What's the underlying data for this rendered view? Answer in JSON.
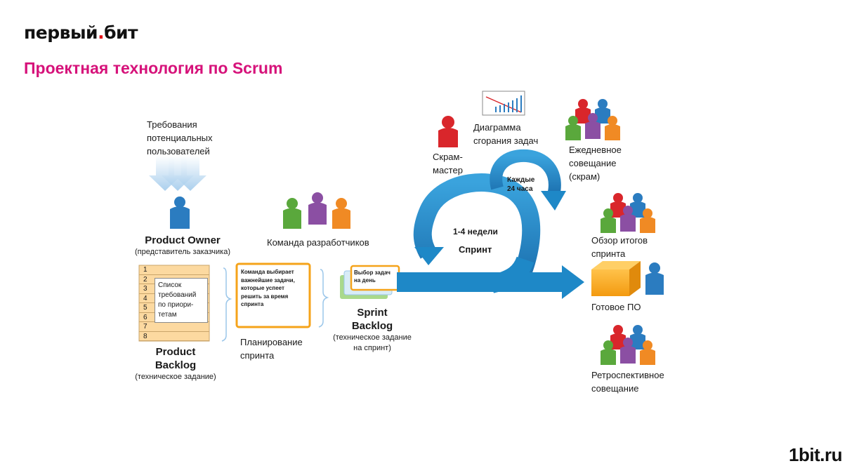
{
  "header": {
    "logo_text_a": "первый",
    "logo_text_b": "бит",
    "title": "Проектная технология по Scrum",
    "footer_url": "1bit.ru"
  },
  "diagram": {
    "requirements_line1": "Требования",
    "requirements_line2": "потенциальных",
    "requirements_line3": "пользователей",
    "product_owner": "Product Owner",
    "product_owner_sub": "(представитель заказчика)",
    "backlog_rows": [
      "1",
      "2",
      "3",
      "4",
      "5",
      "6",
      "7",
      "8"
    ],
    "req_card_line1": "Список",
    "req_card_line2": "требований",
    "req_card_line3": "по приори-",
    "req_card_line4": "тетам",
    "product_backlog_line1": "Product",
    "product_backlog_line2": "Backlog",
    "product_backlog_sub": "(техническое задание)",
    "dev_team": "Команда разработчиков",
    "plan_card_line1": "Команда выбирает",
    "plan_card_line2": "важнейшие задачи,",
    "plan_card_line3": "которые успеет",
    "plan_card_line4": "решить за время",
    "plan_card_line5": "спринта",
    "planning_line1": "Планирование",
    "planning_line2": "спринта",
    "sprint_card_line1": "Выбор задач",
    "sprint_card_line2": "на день",
    "sprint_backlog_line1": "Sprint",
    "sprint_backlog_line2": "Backlog",
    "sprint_backlog_sub1": "(техническое задание",
    "sprint_backlog_sub2": "на спринт)",
    "scrum_master_line1": "Скрам-",
    "scrum_master_line2": "мастер",
    "burndown_line1": "Диаграмма",
    "burndown_line2": "сгорания задач",
    "daily_line1": "Ежедневное",
    "daily_line2": "совещание",
    "daily_line3": "(скрам)",
    "every_line1": "Каждые",
    "every_line2": "24 часа",
    "weeks": "1-4 недели",
    "sprint": "Спринт",
    "review_line1": "Обзор итогов",
    "review_line2": "спринта",
    "product": "Готовое ПО",
    "retro_line1": "Ретроспективное",
    "retro_line2": "совещание"
  },
  "colors": {
    "title": "#d6127a",
    "arrow_blue": "#1e88c7",
    "person_blue": "#2b7cc0",
    "person_green": "#5aa83c",
    "person_purple": "#8b4fa3",
    "person_orange": "#f08a24",
    "person_red": "#d9262b",
    "box_orange": "#f5a31a",
    "backlog_fill": "#fcd9a0"
  }
}
